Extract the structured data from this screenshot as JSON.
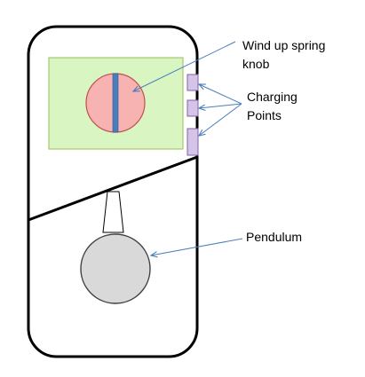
{
  "labels": {
    "knob_line1": "Wind up spring",
    "knob_line2": "knob",
    "charging_line1": "Charging",
    "charging_line2": "Points",
    "pendulum": "Pendulum"
  },
  "colors": {
    "device_outline": "#000000",
    "panel_fill": "#d8f5c2",
    "panel_stroke": "#9bbb59",
    "knob_fill": "#f7b2b2",
    "knob_stroke": "#c0504d",
    "knob_slot": "#4a7ebb",
    "charging_point_fill": "#d4c5e8",
    "charging_point_stroke": "#8064a2",
    "pendulum_fill": "#d9d9d9",
    "pendulum_stroke": "#404040",
    "arrow": "#4a7ebb"
  }
}
